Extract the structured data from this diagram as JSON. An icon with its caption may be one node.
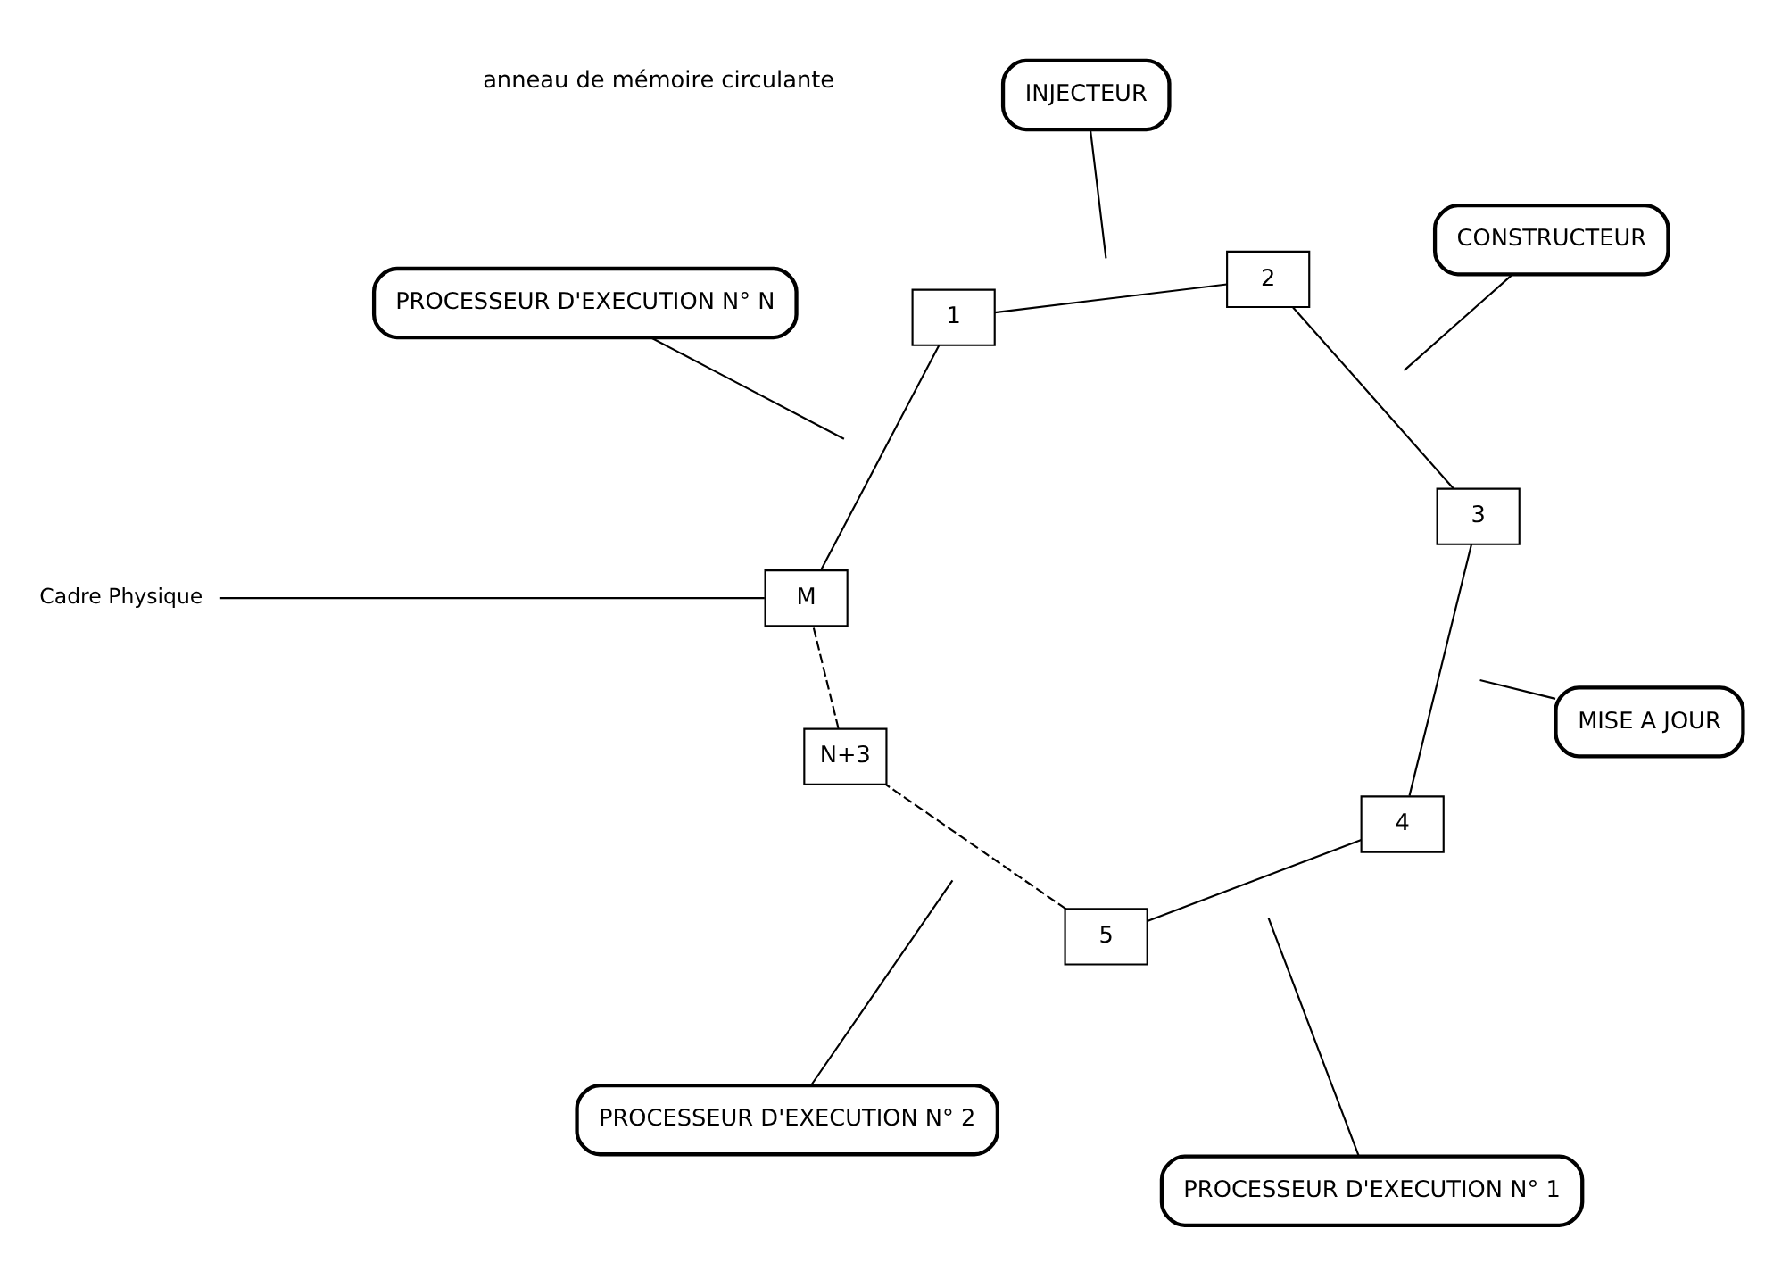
{
  "diagram": {
    "nodes": [
      {
        "text": [
          "Cadre Physique"
        ]
      },
      {
        "text": [
          "INJECTEUR"
        ]
      },
      {
        "text": [
          "CONSTRUCTEUR"
        ]
      },
      {
        "text": [
          "M"
        ]
      },
      {
        "text": [
          "1"
        ]
      },
      {
        "text": [
          "2"
        ]
      },
      {
        "text": [
          "3"
        ]
      },
      {
        "text": [
          "MISE A JOUR"
        ]
      },
      {
        "text": [
          "4"
        ]
      },
      {
        "text": [
          "5"
        ]
      },
      {
        "text": [
          "PROCESSEUR D'EXECUTION N° 1"
        ]
      },
      {
        "text": [
          "N+3"
        ]
      },
      {
        "text": [
          "PROCESSEUR D'EXECUTION N° N"
        ]
      },
      {
        "text": [
          "PROCESSEUR D'EXECUTION N° 2"
        ]
      }
    ],
    "edges": [
      {
        "from": 3,
        "to": 4,
        "arrow": "none"
      },
      {
        "from": 4,
        "to": 5,
        "arrow": "none"
      },
      {
        "from": 5,
        "to": 6,
        "arrow": "none"
      },
      {
        "from": 6,
        "to": 8,
        "arrow": "none"
      },
      {
        "from": 8,
        "to": 9,
        "arrow": "none"
      },
      {
        "from": 9,
        "to": 11,
        "arrow": "none",
        "style": "dashed"
      },
      {
        "from": 11,
        "to": 3,
        "arrow": "none",
        "style": "dashed"
      },
      {
        "from": 0,
        "to": 3,
        "arrow": "none"
      },
      {
        "from": 1,
        "to": null,
        "arrow": "none"
      },
      {
        "from": 2,
        "to": null,
        "arrow": "none"
      },
      {
        "from": 7,
        "to": null,
        "arrow": "none"
      },
      {
        "from": 10,
        "to": null,
        "arrow": "none"
      },
      {
        "from": 13,
        "to": null,
        "arrow": "none"
      },
      {
        "from": 12,
        "to": null,
        "arrow": "none"
      }
    ],
    "labels": [
      "anneau de mémoire circulante"
    ]
  }
}
